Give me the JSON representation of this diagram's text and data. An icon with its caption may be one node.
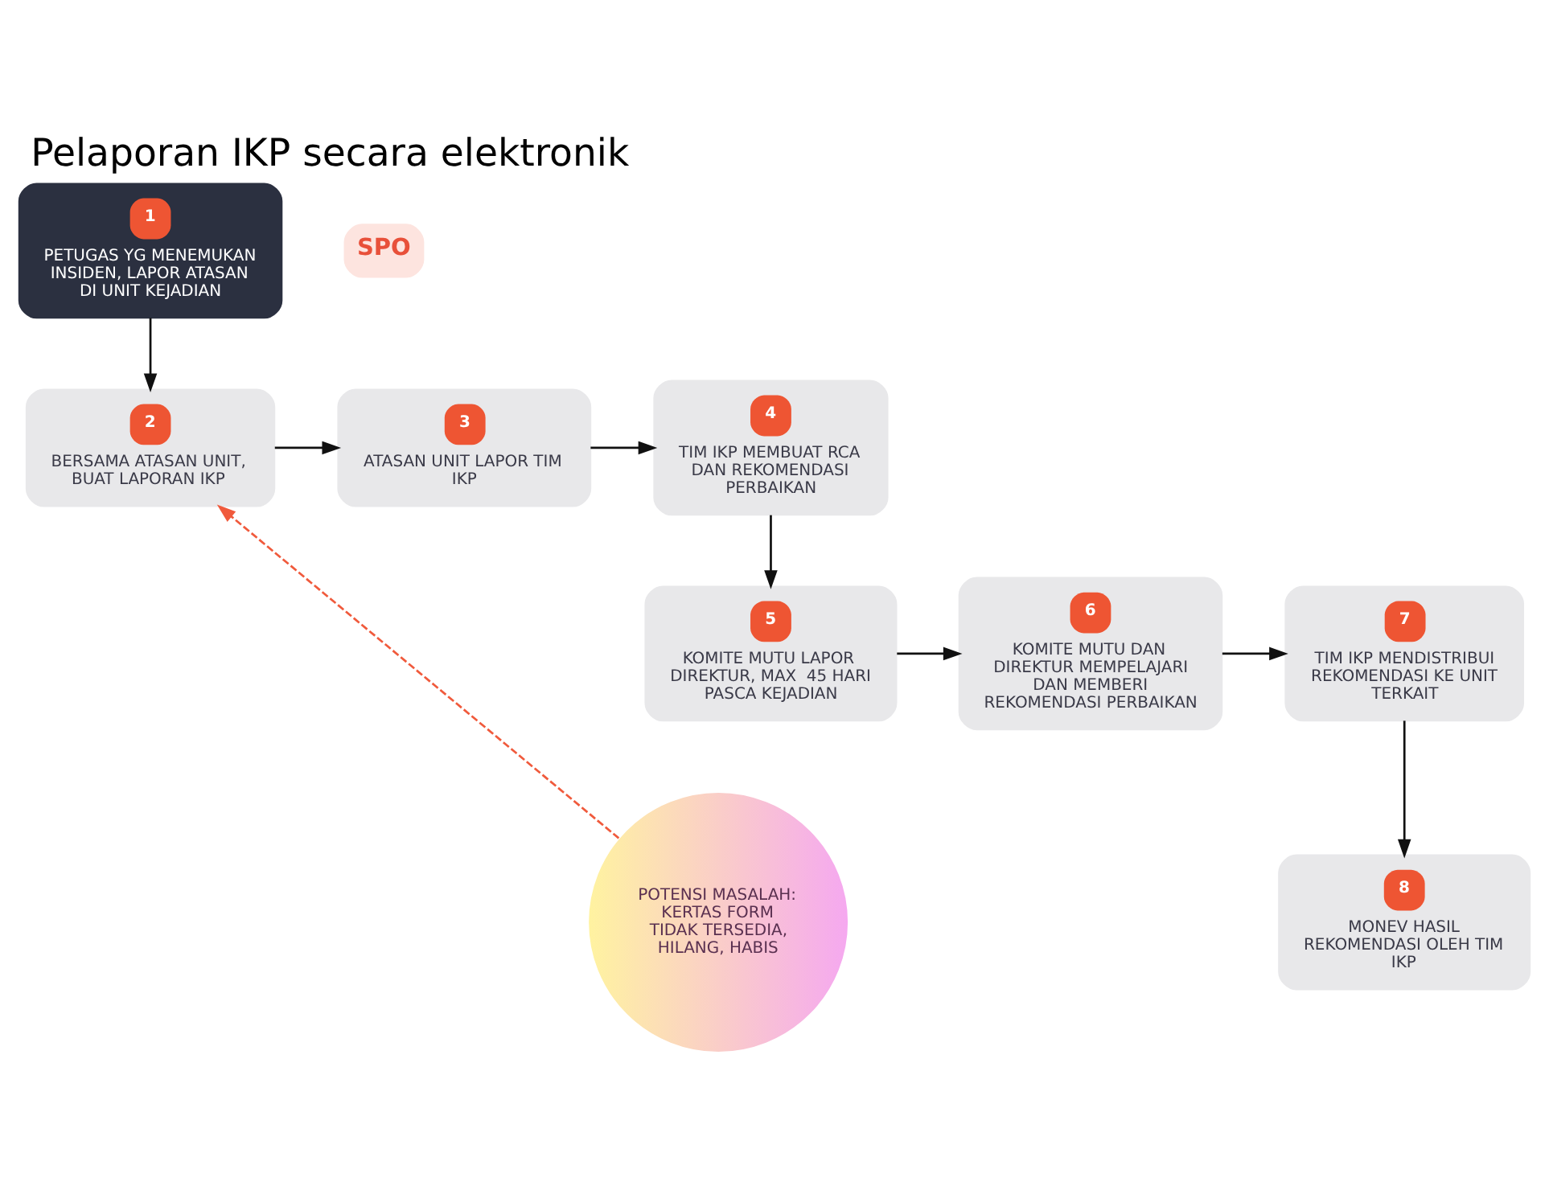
{
  "diagram": {
    "title": "Pelaporan IKP secara elektronik",
    "nodes": [
      {
        "text": [
          "1",
          "PETUGAS YG MENEMUKAN INSIDEN, LAPOR ATASAN DI UNIT KEJADIAN"
        ]
      },
      {
        "text": [
          "2",
          "BERSAMA ATASAN UNIT, BUAT LAPORAN IKP"
        ]
      },
      {
        "text": [
          "3",
          "ATASAN UNIT LAPOR TIM IKP"
        ]
      },
      {
        "text": [
          "4",
          "TIM IKP MEMBUAT RCA DAN REKOMENDASI PERBAIKAN"
        ]
      },
      {
        "text": [
          "5",
          "KOMITE MUTU LAPOR DIREKTUR, MAX  45 HARI PASCA KEJADIAN"
        ]
      },
      {
        "text": [
          "6",
          "KOMITE MUTU DAN DIREKTUR MEMPELAJARI DAN MEMBERI REKOMENDASI PERBAIKAN"
        ]
      },
      {
        "text": [
          "7",
          "TIM IKP MENDISTRIBUI REKOMENDASI KE UNIT TERKAIT"
        ]
      },
      {
        "text": [
          "8",
          "MONEV HASIL REKOMENDASI OLEH TIM IKP"
        ]
      },
      {
        "text": [
          "POTENSI MASALAH: KERTAS FORM TIDAK TERSEDIA, HILANG, HABIS"
        ]
      }
    ],
    "edges": [
      {
        "from": 0,
        "to": 1,
        "arrow": "to"
      },
      {
        "from": 1,
        "to": 2,
        "arrow": "to"
      },
      {
        "from": 2,
        "to": 3,
        "arrow": "to"
      },
      {
        "from": 3,
        "to": 4,
        "arrow": "to"
      },
      {
        "from": 4,
        "to": 5,
        "arrow": "to"
      },
      {
        "from": 5,
        "to": 6,
        "arrow": "to"
      },
      {
        "from": 6,
        "to": 7,
        "arrow": "to"
      },
      {
        "from": 8,
        "to": 1,
        "arrow": "to",
        "style": "dashed",
        "color": "#f05a3c"
      }
    ],
    "labels": [
      "SPO"
    ]
  }
}
